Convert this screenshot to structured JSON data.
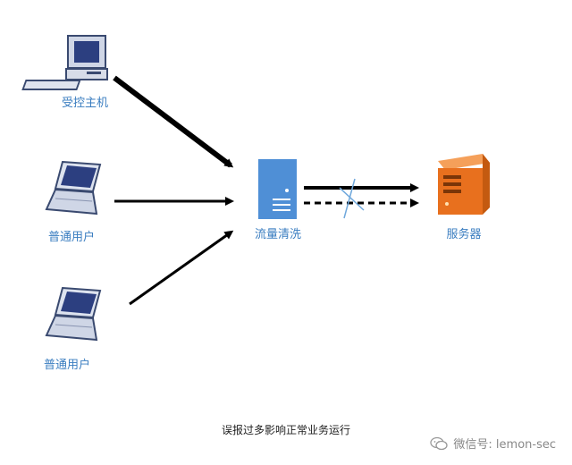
{
  "nodes": {
    "controlled_host": {
      "label": "受控主机",
      "icon": "desktop-computer-icon"
    },
    "normal_user_1": {
      "label": "普通用户",
      "icon": "laptop-icon"
    },
    "normal_user_2": {
      "label": "普通用户",
      "icon": "laptop-icon"
    },
    "traffic_cleaning": {
      "label": "流量清洗",
      "icon": "blue-server-icon"
    },
    "server": {
      "label": "服务器",
      "icon": "orange-server-icon"
    }
  },
  "caption": "误报过多影响正常业务运行",
  "watermark": {
    "text": "微信号: lemon-sec",
    "icon": "wechat-icon"
  },
  "colors": {
    "label": "#3a7dc0",
    "arrow": "#000000",
    "cleaning_box": "#4f8fd6",
    "server": "#e8701e",
    "cross": "#6fa8dc"
  }
}
